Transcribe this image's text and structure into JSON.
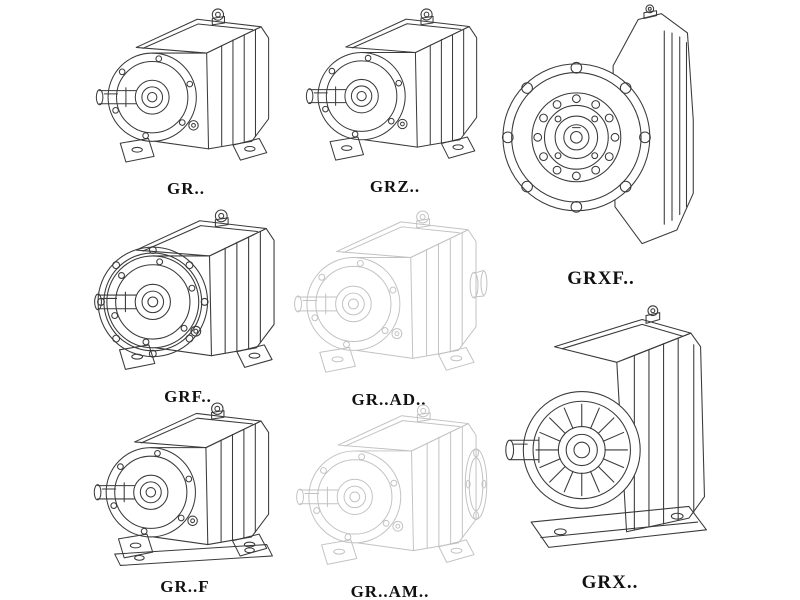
{
  "colors": {
    "background": "#ffffff",
    "line_solid": "#3a3a3a",
    "line_phantom": "#c2c2c2",
    "label_text": "#111111"
  },
  "figures": [
    {
      "id": "gr",
      "label": "GR..",
      "style": "solid"
    },
    {
      "id": "grz",
      "label": "GRZ..",
      "style": "solid"
    },
    {
      "id": "grxf",
      "label": "GRXF..",
      "style": "solid"
    },
    {
      "id": "grf",
      "label": "GRF..",
      "style": "solid"
    },
    {
      "id": "gr-ad",
      "label": "GR..AD..",
      "style": "phantom"
    },
    {
      "id": "gr-f",
      "label": "GR..F",
      "style": "solid"
    },
    {
      "id": "gr-am",
      "label": "GR..AM..",
      "style": "phantom"
    },
    {
      "id": "grx",
      "label": "GRX..",
      "style": "solid"
    }
  ]
}
